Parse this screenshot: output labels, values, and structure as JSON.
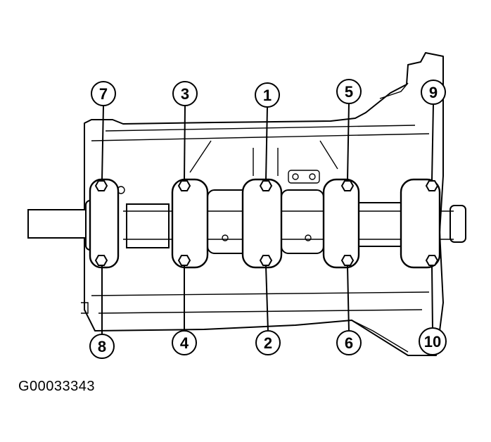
{
  "figure": {
    "id_label": "G00033343"
  },
  "callouts": [
    {
      "label": "7"
    },
    {
      "label": "3"
    },
    {
      "label": "1"
    },
    {
      "label": "5"
    },
    {
      "label": "9"
    },
    {
      "label": "8"
    },
    {
      "label": "4"
    },
    {
      "label": "2"
    },
    {
      "label": "6"
    },
    {
      "label": "10"
    }
  ]
}
